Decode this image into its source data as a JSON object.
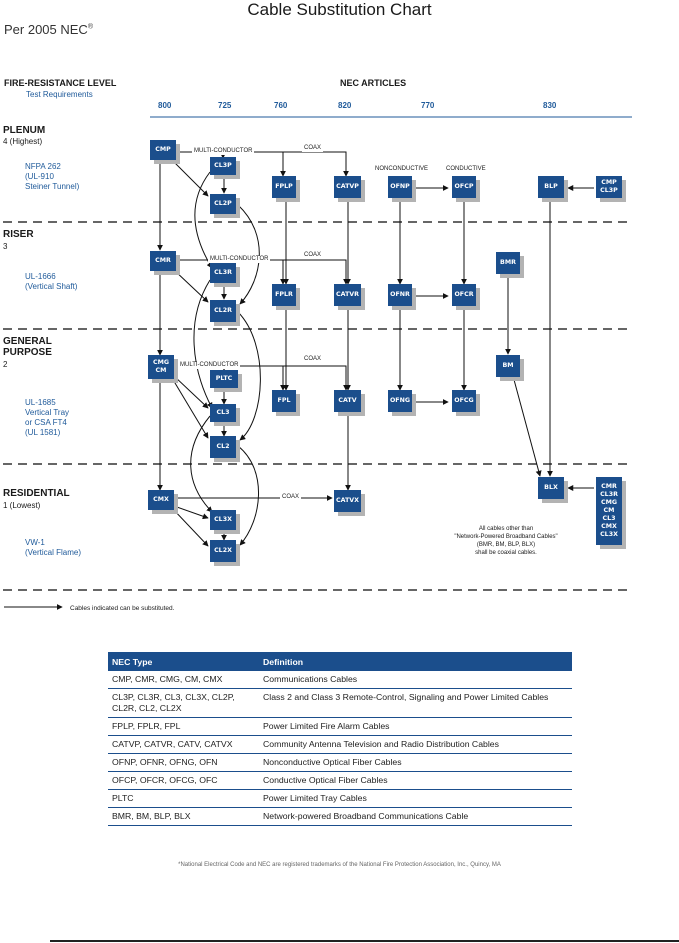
{
  "title": "Cable Substitution Chart",
  "subtitle": "Per 2005 NEC",
  "subtitle_mark": "®",
  "fire_resistance_label": "FIRE-RESISTANCE LEVEL",
  "test_requirements_label": "Test Requirements",
  "nec_articles_label": "NEC ARTICLES",
  "articles": [
    "800",
    "725",
    "760",
    "820",
    "770",
    "830"
  ],
  "levels": [
    {
      "name": "PLENUM",
      "rank": "4 (Highest)",
      "test": [
        "NFPA 262",
        "(UL-910",
        "Steiner Tunnel)"
      ]
    },
    {
      "name": "RISER",
      "rank": "3",
      "test": [
        "UL-1666",
        "(Vertical Shaft)"
      ]
    },
    {
      "name": "GENERAL\nPURPOSE",
      "rank": "2",
      "test": [
        "UL-1685",
        "Vertical Tray",
        "or CSA FT4",
        "(UL 1581)"
      ]
    },
    {
      "name": "RESIDENTIAL",
      "rank": "1 (Lowest)",
      "test": [
        "VW-1",
        "(Vertical Flame)"
      ]
    }
  ],
  "cables": {
    "cmp": [
      "CMP"
    ],
    "cl3p": [
      "CL3P"
    ],
    "cl2p": [
      "CL2P"
    ],
    "fplp": [
      "FPLP"
    ],
    "catvp": [
      "CATVP"
    ],
    "ofnp": [
      "OFNP"
    ],
    "ofcp": [
      "OFCP"
    ],
    "blp": [
      "BLP"
    ],
    "cmp_cl3p": [
      "CMP",
      "CL3P"
    ],
    "cmr": [
      "CMR"
    ],
    "cl3r": [
      "CL3R"
    ],
    "cl2r": [
      "CL2R"
    ],
    "fplr": [
      "FPLR"
    ],
    "catvr": [
      "CATVR"
    ],
    "ofnr": [
      "OFNR"
    ],
    "ofcr": [
      "OFCR"
    ],
    "bmr": [
      "BMR"
    ],
    "cmg_cm": [
      "CMG",
      "CM"
    ],
    "pltc": [
      "PLTC"
    ],
    "cl3": [
      "CL3"
    ],
    "cl2": [
      "CL2"
    ],
    "fpl": [
      "FPL"
    ],
    "catv": [
      "CATV"
    ],
    "ofng": [
      "OFNG"
    ],
    "ofcg": [
      "OFCG"
    ],
    "bm": [
      "BM"
    ],
    "cmx": [
      "CMX"
    ],
    "cl3x": [
      "CL3X"
    ],
    "cl2x": [
      "CL2X"
    ],
    "catvx": [
      "CATVX"
    ],
    "blx": [
      "BLX"
    ],
    "blx_list": [
      "CMR",
      "CL3R",
      "CMG",
      "CM",
      "CL3",
      "CMX",
      "CL3X"
    ]
  },
  "connectors": {
    "multi_conductor": "MULTI-CONDUCTOR",
    "coax": "COAX",
    "nonconductive": "NONCONDUCTIVE",
    "conductive": "CONDUCTIVE"
  },
  "note": [
    "All cables other than",
    "\"Network-Powered Broadband Cables\"",
    "(BMR, BM, BLP, BLX)",
    "shall be coaxial cables."
  ],
  "legend": "Cables indicated can be substituted.",
  "table": {
    "headers": [
      "NEC Type",
      "Definition"
    ],
    "rows": [
      [
        "CMP, CMR, CMG, CM, CMX",
        "Communications Cables"
      ],
      [
        "CL3P, CL3R, CL3, CL3X, CL2P, CL2R, CL2, CL2X",
        "Class 2 and Class 3 Remote-Control, Signaling and Power Limited Cables"
      ],
      [
        "FPLP, FPLR, FPL",
        "Power Limited Fire Alarm Cables"
      ],
      [
        "CATVP, CATVR, CATV, CATVX",
        "Community Antenna Television and Radio Distribution Cables"
      ],
      [
        "OFNP, OFNR, OFNG, OFN",
        "Nonconductive Optical Fiber Cables"
      ],
      [
        "OFCP, OFCR, OFCG, OFC",
        "Conductive Optical Fiber Cables"
      ],
      [
        "PLTC",
        "Power Limited Tray Cables"
      ],
      [
        "BMR, BM, BLP, BLX",
        "Network-powered Broadband Communications Cable"
      ]
    ]
  },
  "footnote": "*National Electrical Code and NEC are registered trademarks of the National Fire Protection Association, Inc., Quincy, MA",
  "colors": {
    "box": "#1b4e8c",
    "accent_text": "#1f5a9a",
    "shadow": "#b3b3b3"
  }
}
